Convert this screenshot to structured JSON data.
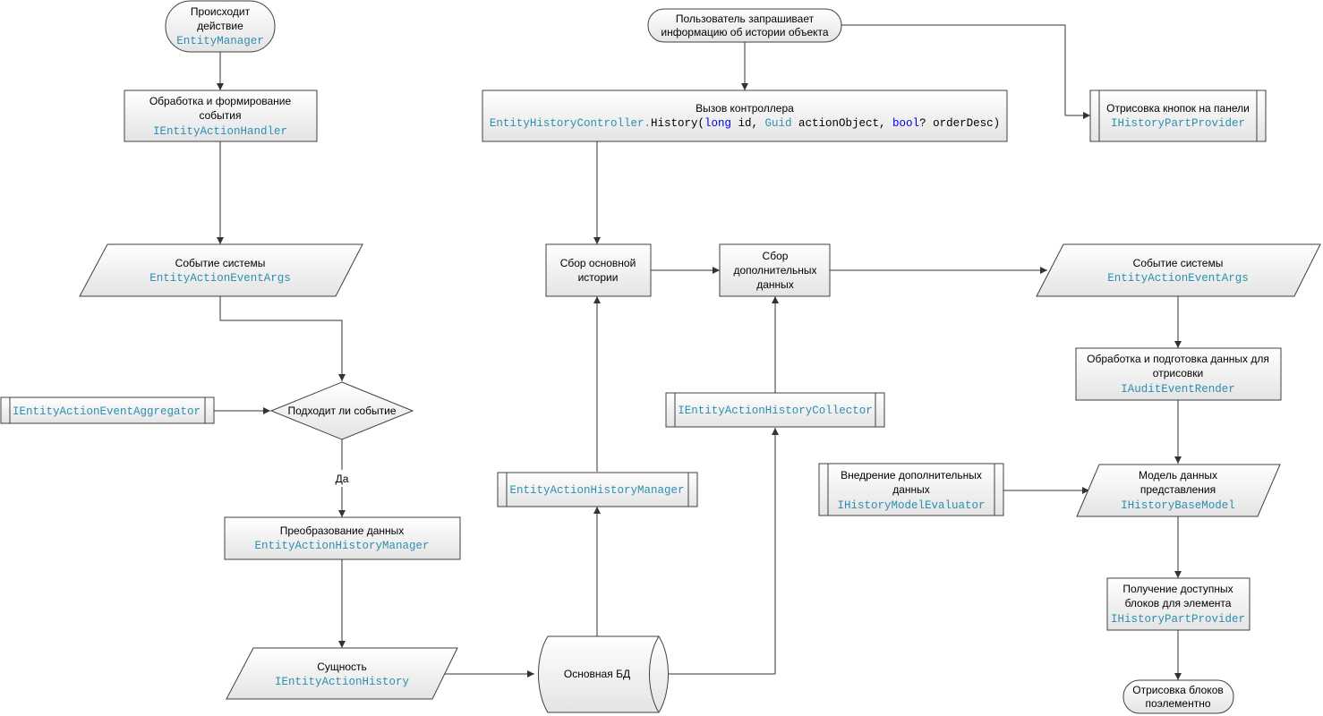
{
  "colors": {
    "type_name": "#2c8fb1",
    "keyword": "#0000ee",
    "text": "#000000",
    "shape_stroke": "#404040",
    "fill_top": "#ffffff",
    "fill_bottom": "#e4e4e4"
  },
  "nodes": {
    "start_entity_manager": {
      "line1": "Происходит",
      "line2": "действие",
      "type": "EntityManager"
    },
    "handler": {
      "line1": "Обработка и формирование",
      "line2": "события",
      "type": "IEntityActionHandler"
    },
    "event_left": {
      "line1": "Событие системы",
      "type": "EntityActionEventArgs"
    },
    "aggregator": {
      "type": "IEntityActionEventAggregator"
    },
    "decision": {
      "label": "Подходит ли событие"
    },
    "decision_yes": {
      "label": "Да"
    },
    "transform": {
      "line1": "Преобразование данных",
      "type": "EntityActionHistoryManager"
    },
    "entity": {
      "line1": "Сущность",
      "type": "IEntityActionHistory"
    },
    "database": {
      "label": "Основная БД"
    },
    "manager_sub": {
      "type": "EntityActionHistoryManager"
    },
    "collector_sub": {
      "type": "IEntityActionHistoryCollector"
    },
    "collect_main": {
      "line1": "Сбор основной",
      "line2": "истории"
    },
    "collect_extra": {
      "line1": "Сбор",
      "line2": "дополнительных",
      "line3": "данных"
    },
    "user_request": {
      "line1": "Пользователь запрашивает",
      "line2": "информацию об истории объекта"
    },
    "controller": {
      "line1": "Вызов контроллера",
      "cls": "EntityHistoryController.",
      "method": "History(",
      "kw1": "long",
      "p1": " id, ",
      "t2": "Guid",
      "p2": " actionObject, ",
      "kw3": "bool",
      "p3": "? orderDesc)"
    },
    "panel_buttons": {
      "line1": "Отрисовка кнопок на панели",
      "type": "IHistoryPartProvider"
    },
    "event_right": {
      "line1": "Событие системы",
      "type": "EntityActionEventArgs"
    },
    "audit_render": {
      "line1": "Обработка и подготовка данных для",
      "line2": "отрисовки",
      "type": "IAuditEventRender"
    },
    "evaluator": {
      "line1": "Внедрение дополнительных",
      "line2": "данных",
      "type": "IHistoryModelEvaluator"
    },
    "base_model": {
      "line1": "Модель данных",
      "line2": "представления",
      "type": "IHistoryBaseModel"
    },
    "part_provider": {
      "line1": "Получение доступных",
      "line2": "блоков для элемента",
      "type": "IHistoryPartProvider"
    },
    "end_render": {
      "line1": "Отрисовка блоков",
      "line2": "поэлементно"
    }
  }
}
